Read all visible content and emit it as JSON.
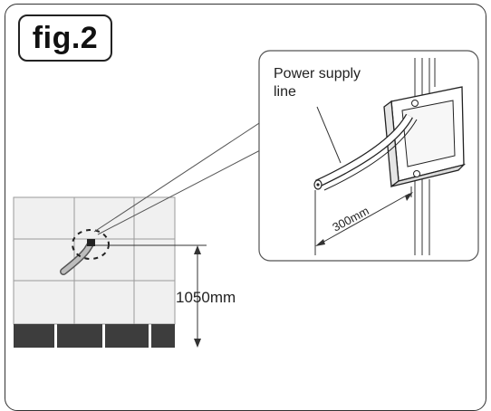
{
  "figure": {
    "label": "fig.2"
  },
  "callouts": {
    "power_line_line1": "Power supply",
    "power_line_line2": "line",
    "distance_300": "300mm",
    "height_1050": "1050mm"
  },
  "colors": {
    "outline": "#222222",
    "tile_fill": "#f0f0f0",
    "tile_grout": "#9a9a9a",
    "skirting": "#3d3d3d",
    "detail_panel_border": "#555555"
  }
}
